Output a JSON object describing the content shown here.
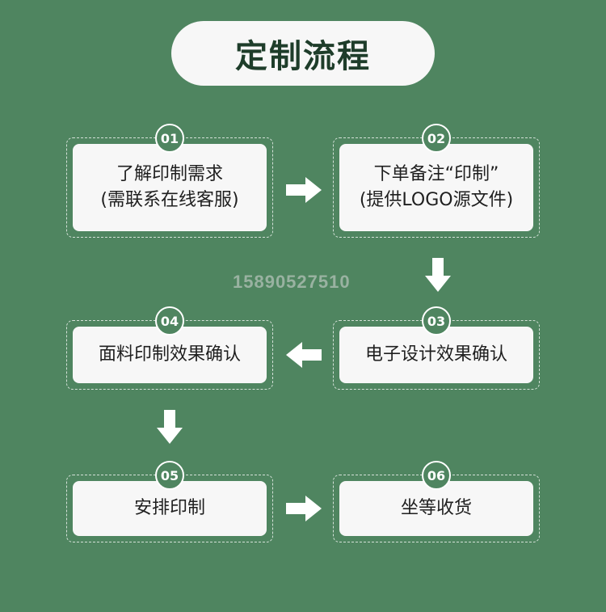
{
  "title": "定制流程",
  "watermark": "15890527510",
  "steps": [
    {
      "num": "01",
      "line1": "了解印制需求",
      "line2": "(需联系在线客服)"
    },
    {
      "num": "02",
      "line1": "下单备注“印制”",
      "line2": "(提供LOGO源文件)"
    },
    {
      "num": "03",
      "line1": "电子设计效果确认"
    },
    {
      "num": "04",
      "line1": "面料印制效果确认"
    },
    {
      "num": "05",
      "line1": "安排印制"
    },
    {
      "num": "06",
      "line1": "坐等收货"
    }
  ],
  "colors": {
    "background": "#4f8560",
    "card": "#f7f7f7",
    "title_text": "#1e3d2a",
    "arrow": "#ffffff"
  },
  "icons": {
    "arrow_right": "arrow-right-icon",
    "arrow_left": "arrow-left-icon",
    "arrow_down": "arrow-down-icon"
  }
}
